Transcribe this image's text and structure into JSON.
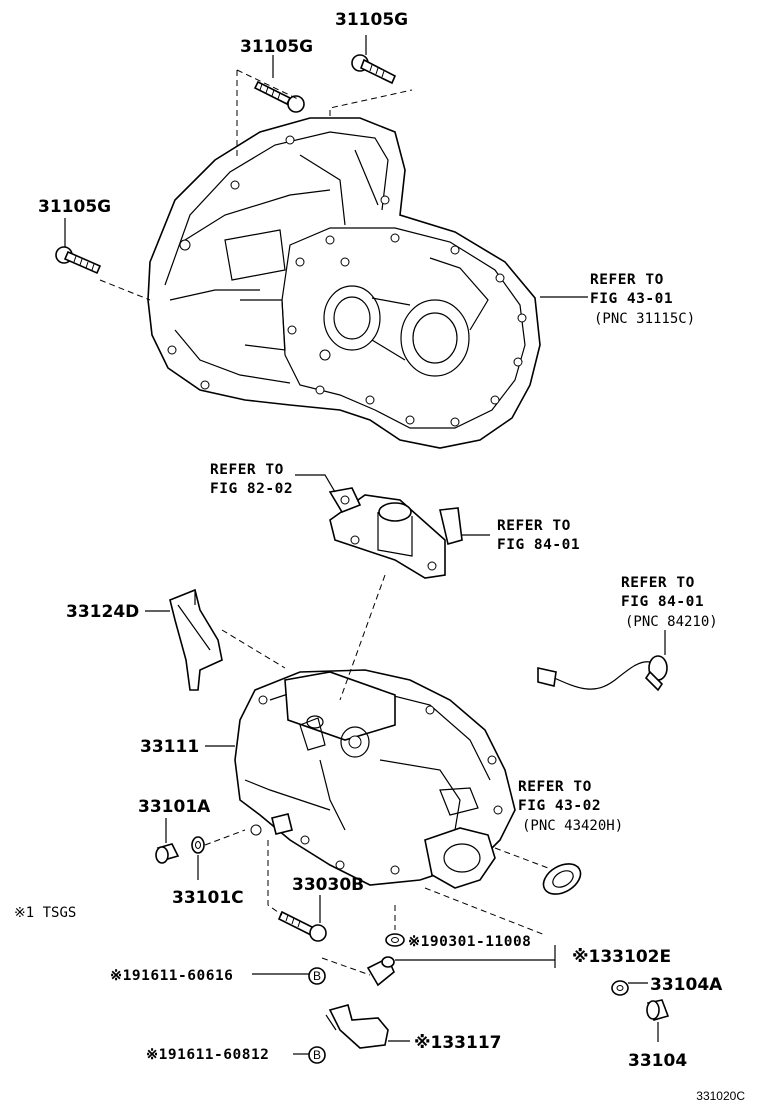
{
  "labels": {
    "bolt_top_right": "31105G",
    "bolt_top_left": "31105G",
    "bolt_left": "31105G",
    "refer_43_01": [
      "REFER TO",
      "FIG 43-01",
      "(PNC 31115C)"
    ],
    "refer_82_02": [
      "REFER TO",
      "FIG 82-02"
    ],
    "refer_84_01_a": [
      "REFER TO",
      "FIG 84-01"
    ],
    "refer_84_01_b": [
      "REFER TO",
      "FIG 84-01",
      "(PNC 84210)"
    ],
    "refer_43_02": [
      "REFER TO",
      "FIG 43-02",
      "(PNC 43420H)"
    ],
    "bracket": "33124D",
    "case": "33111",
    "plug": "33101A",
    "gasket": "33101C",
    "bolt_case": "33030B",
    "tsgs_note": "※1 TSGS",
    "washer_note": "※190301-11008",
    "plug_assembly": "※133102E",
    "gasket_small": "33104A",
    "drain_plug": "33104",
    "bolt_b1": "※191611-60616",
    "bolt_b2": "※191611-60812",
    "bracket_part": "※133117",
    "b_marker": "B",
    "figure_code": "331020C"
  }
}
